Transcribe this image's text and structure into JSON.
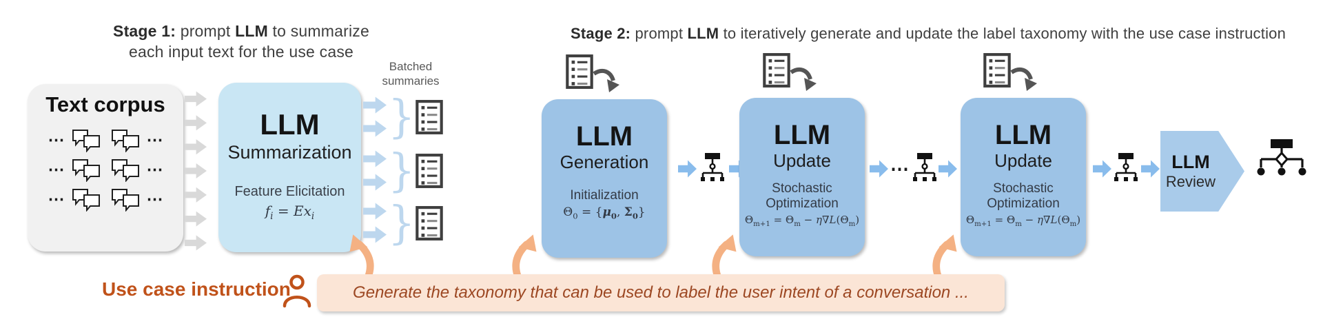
{
  "stage1_header": {
    "bold1": "Stage 1:",
    "text1": " prompt ",
    "bold2": "LLM",
    "text2": " to summarize",
    "line2": "each input text for the use case"
  },
  "stage2_header": {
    "bold1": "Stage 2:",
    "text1": " prompt ",
    "bold2": "LLM",
    "text2": " to iteratively generate and update the label taxonomy with the use case instruction"
  },
  "corpus": {
    "title": "Text corpus",
    "ellipsis": "⋯"
  },
  "batched_label": {
    "line1": "Batched",
    "line2": "summaries"
  },
  "boxes": {
    "summarization": {
      "title": "LLM",
      "subtitle": "Summarization",
      "method": "Feature Elicitation"
    },
    "generation": {
      "title": "LLM",
      "subtitle": "Generation",
      "method": "Initialization"
    },
    "update1": {
      "title": "LLM",
      "subtitle": "Update",
      "method_line1": "Stochastic",
      "method_line2": "Optimization"
    },
    "update2": {
      "title": "LLM",
      "subtitle": "Update",
      "method_line1": "Stochastic",
      "method_line2": "Optimization"
    },
    "review": {
      "title": "LLM",
      "subtitle": "Review"
    }
  },
  "formulas": {
    "summarization": [
      {
        "t": "f",
        "i": true
      },
      {
        "t": "i",
        "sub": true,
        "i": true
      },
      {
        "t": " = "
      },
      {
        "t": "E",
        "i": true
      },
      {
        "t": "x",
        "i": true
      },
      {
        "t": "i",
        "sub": true,
        "i": true
      }
    ],
    "generation": [
      {
        "t": "Θ"
      },
      {
        "t": "0",
        "sub": true
      },
      {
        "t": " = {"
      },
      {
        "t": "μ",
        "b": true,
        "i": true
      },
      {
        "t": "0",
        "sub": true,
        "b": true
      },
      {
        "t": ", "
      },
      {
        "t": "Σ",
        "b": true
      },
      {
        "t": "0",
        "sub": true,
        "b": true
      },
      {
        "t": "}"
      }
    ],
    "update": [
      {
        "t": "Θ"
      },
      {
        "t": "m+1",
        "sub": true
      },
      {
        "t": " = Θ"
      },
      {
        "t": "m",
        "sub": true
      },
      {
        "t": " − "
      },
      {
        "t": "η",
        "i": true
      },
      {
        "t": "∇"
      },
      {
        "t": "L",
        "i": true
      },
      {
        "t": "(Θ"
      },
      {
        "t": "m",
        "sub": true
      },
      {
        "t": ")"
      }
    ]
  },
  "connectors": {
    "dots": "⋯",
    "brace": "}"
  },
  "use_case": {
    "label": "Use case instruction",
    "instruction": "Generate the taxonomy that can be used to label the user intent of a conversation ..."
  },
  "colors": {
    "stage1_box": "#c9e6f4",
    "stage2_box": "#9dc3e6",
    "review_box": "#a9cbea",
    "arrow_blue": "#89bcec",
    "arrow_light_blue": "#bdd7ee",
    "arrow_gray": "#d9d9d9",
    "peach_arrow": "#f4b183",
    "peach_box": "#fbe5d6",
    "rust": "#c0521a",
    "instruction_text": "#9c4722"
  }
}
